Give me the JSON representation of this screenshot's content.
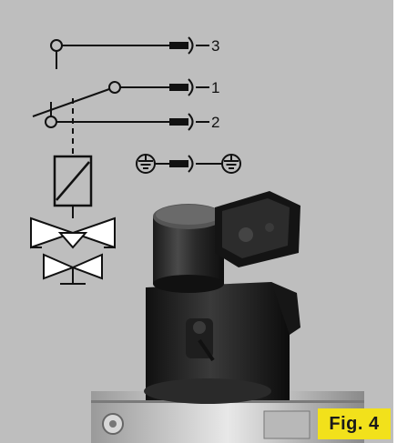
{
  "figure": {
    "caption": "Fig. 4",
    "badge_color": "#f2e11b",
    "background_color": "#bebebe"
  },
  "schematic": {
    "terminals": [
      {
        "id": "t3",
        "label": "3"
      },
      {
        "id": "t1",
        "label": "1"
      },
      {
        "id": "t2",
        "label": "2"
      }
    ],
    "ground_symbol": "protective-earth-icon",
    "coil_symbol": "solenoid-coil-icon",
    "valve_symbol": "three-way-valve-icon"
  }
}
